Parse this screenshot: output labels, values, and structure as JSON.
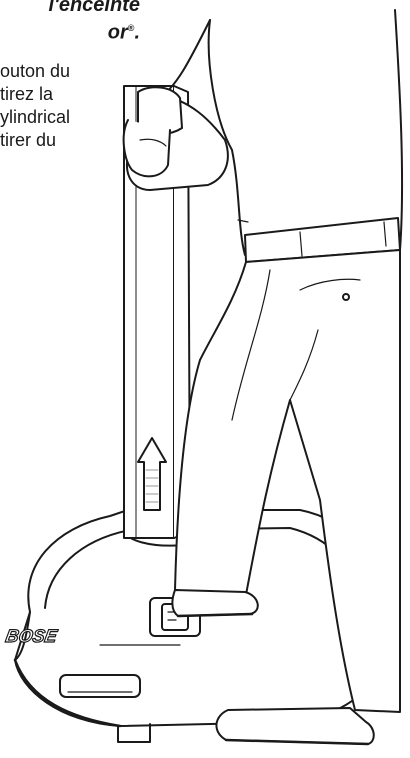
{
  "heading": {
    "line1": "l'enceinte",
    "line2_text": "or",
    "line2_mark": "®",
    "line2_end": "."
  },
  "instructions": [
    "outon du",
    "tirez la",
    "ylindrical",
    "tirer du"
  ],
  "base_logo": "BOSE",
  "colors": {
    "ink": "#1a1a1a",
    "paper": "#ffffff",
    "shade": "#d9d9d9"
  }
}
